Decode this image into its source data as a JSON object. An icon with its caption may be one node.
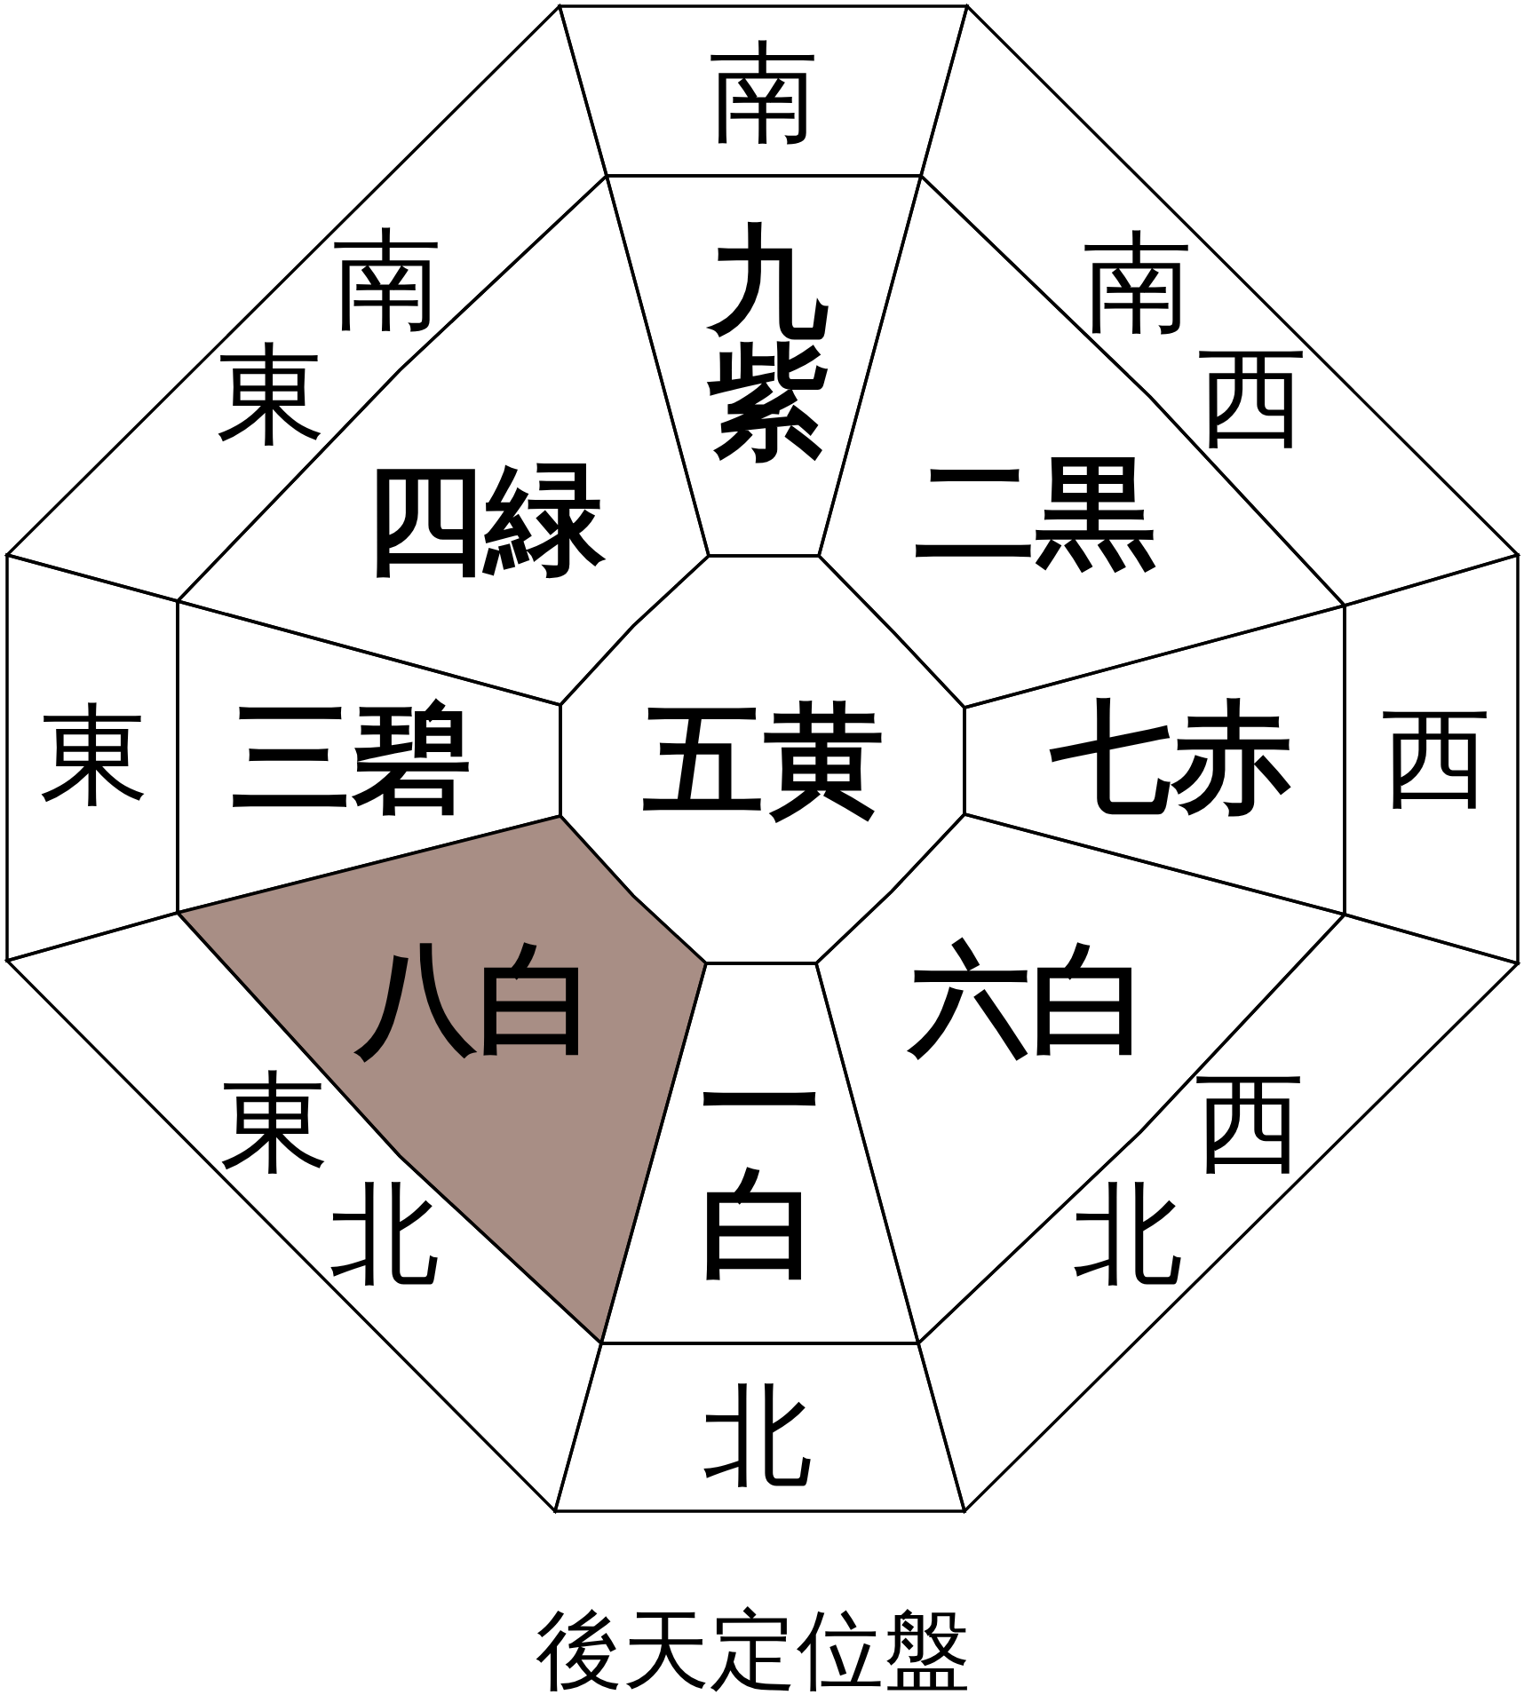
{
  "diagram": {
    "caption": "後天定位盤",
    "nodes": [
      {
        "text": [
          "南"
        ]
      },
      {
        "text": [
          "南",
          "東"
        ]
      },
      {
        "text": [
          "九紫"
        ]
      },
      {
        "text": [
          "南",
          "西"
        ]
      },
      {
        "text": [
          "四緑"
        ]
      },
      {
        "text": [
          "二黒"
        ]
      },
      {
        "text": [
          "東"
        ]
      },
      {
        "text": [
          "三碧"
        ]
      },
      {
        "text": [
          "五黄"
        ]
      },
      {
        "text": [
          "七赤"
        ]
      },
      {
        "text": [
          "西"
        ]
      },
      {
        "text": [
          "八白"
        ]
      },
      {
        "text": [
          "六白"
        ]
      },
      {
        "text": [
          "東",
          "北"
        ]
      },
      {
        "text": [
          "一白"
        ]
      },
      {
        "text": [
          "西",
          "北"
        ]
      },
      {
        "text": [
          "北"
        ]
      }
    ]
  }
}
